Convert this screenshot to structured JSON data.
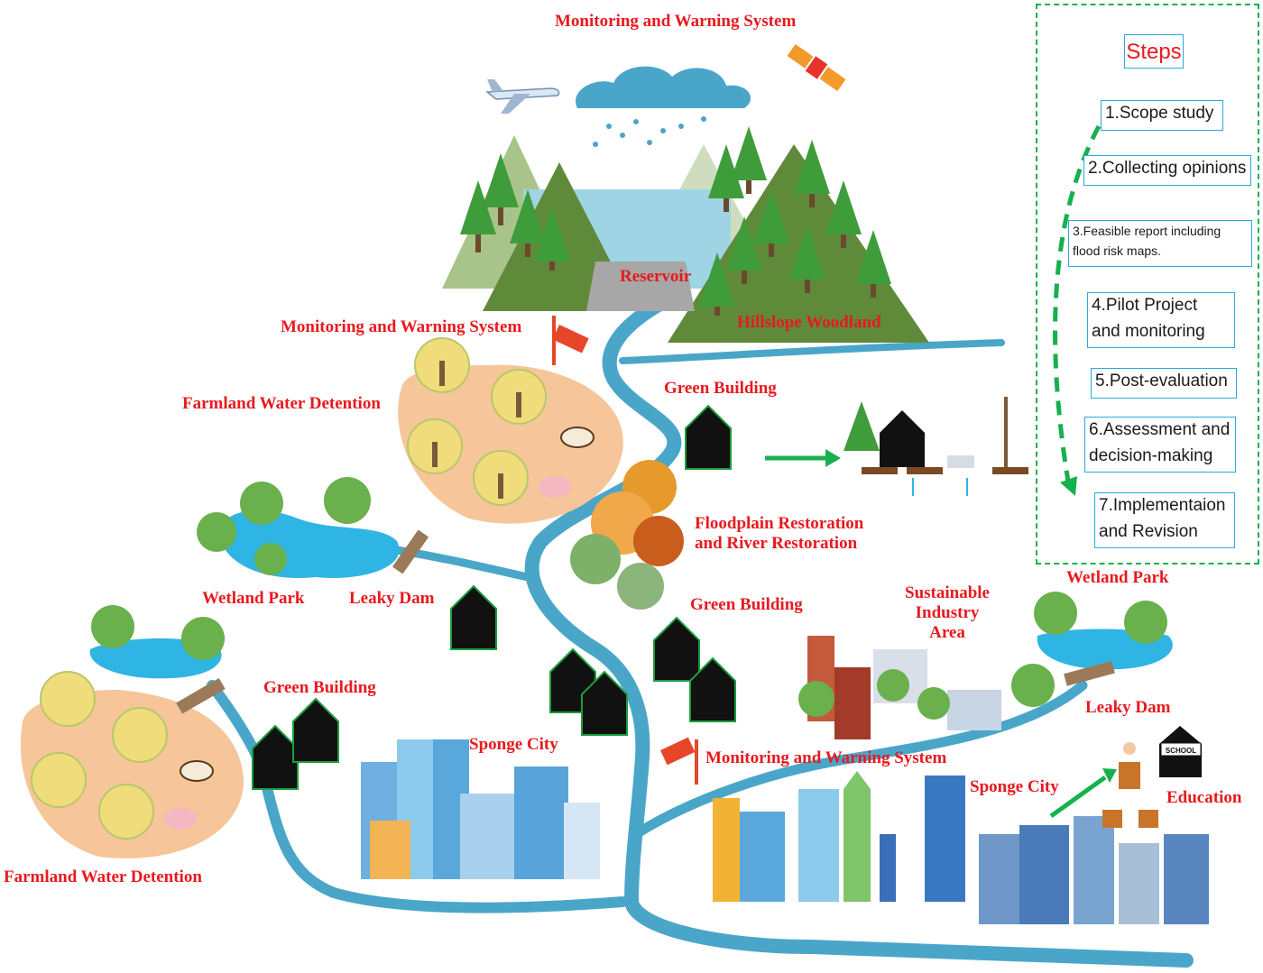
{
  "labels": {
    "monitoring_top": "Monitoring and Warning System",
    "monitoring_mid": "Monitoring and Warning System",
    "monitoring_bottom": "Monitoring and Warning System",
    "reservoir": "Reservoir",
    "hillslope_woodland": "Hillslope Woodland",
    "farmland_water_detention_1": "Farmland Water Detention",
    "farmland_water_detention_2": "Farmland Water Detention",
    "green_building_1": "Green Building",
    "green_building_2": "Green Building",
    "green_building_3": "Green Building",
    "floodplain_restoration": "Floodplain Restoration and River Restoration",
    "wetland_park_1": "Wetland Park",
    "wetland_park_2": "Wetland Park",
    "leaky_dam_1": "Leaky Dam",
    "leaky_dam_2": "Leaky Dam",
    "sustainable_industry": "Sustainable Industry Area",
    "sponge_city_1": "Sponge City",
    "sponge_city_2": "Sponge City",
    "education": "Education",
    "school_sign": "SCHOOL"
  },
  "steps": {
    "title": "Steps",
    "items": [
      "1.Scope study",
      "2.Collecting opinions",
      "3.Feasible report including flood risk maps.",
      "4.Pilot Project and monitoring",
      "5.Post-evaluation",
      "6.Assessment and decision-making",
      "7.Implementaion and Revision"
    ]
  },
  "colors": {
    "river": "#4aa6c9",
    "label_red": "#e8191e",
    "step_border": "#29a8e0",
    "arrow_green": "#17b04e",
    "mountain_dark": "#5f8a3a",
    "mountain_light": "#a9c48a",
    "farmland": "#f6c59a",
    "water": "#2fb5e3"
  }
}
